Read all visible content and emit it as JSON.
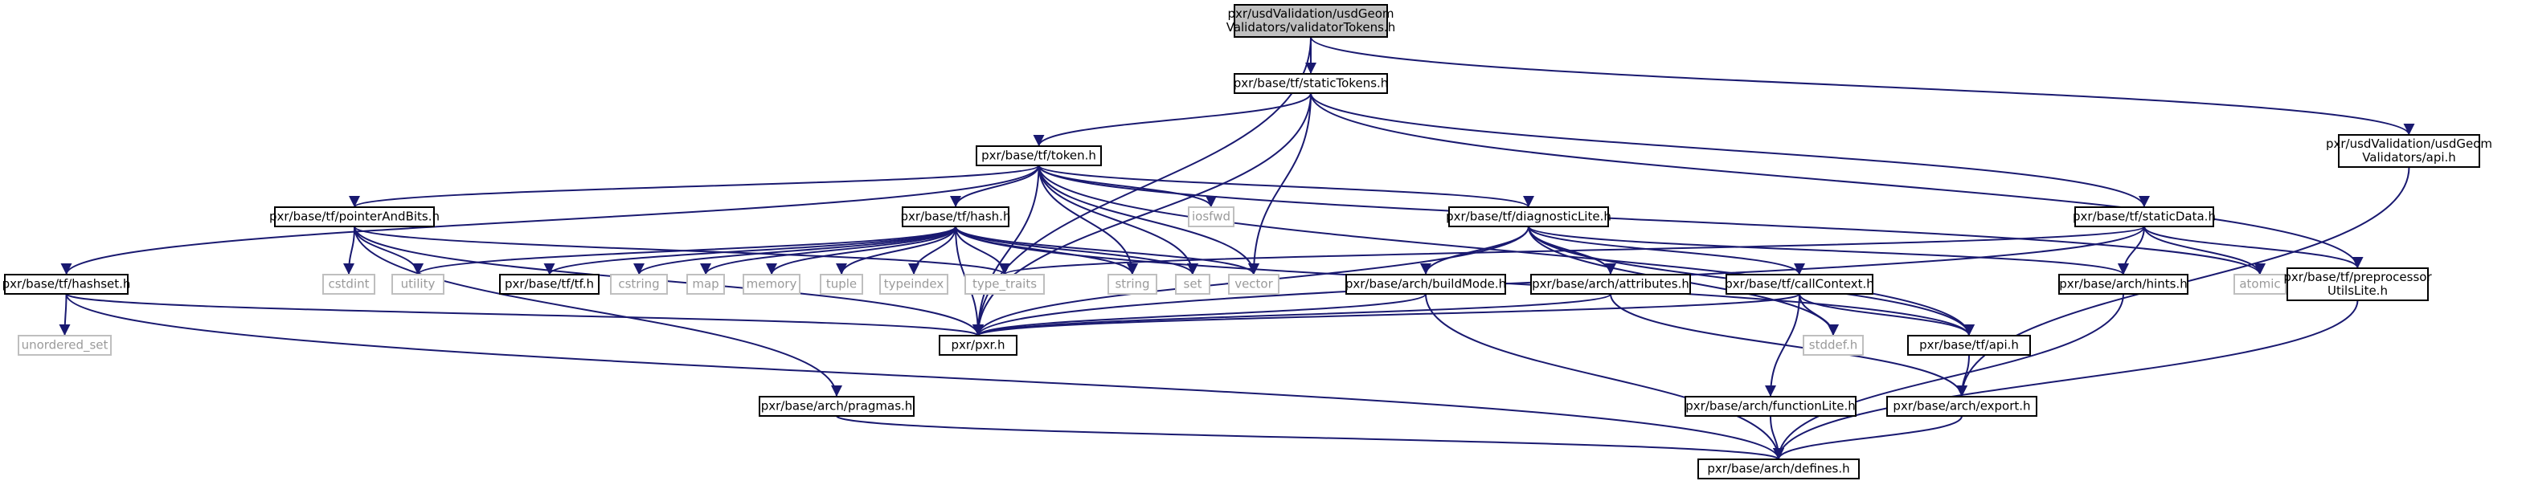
{
  "colors": {
    "edge": "#191970",
    "box_border": "#000000",
    "box_fill": "#ffffff",
    "root_fill": "#bfbfbf",
    "external_border": "#bfbfbf",
    "external_text": "#9a9a9a",
    "text": "#000000"
  },
  "nodes": [
    {
      "id": "root",
      "lines": [
        "pxr/usdValidation/usdGeom",
        "Validators/validatorTokens.h"
      ],
      "kind": "root"
    },
    {
      "id": "staticTokens",
      "lines": [
        "pxr/base/tf/staticTokens.h"
      ],
      "kind": "file"
    },
    {
      "id": "apiUsdGeom",
      "lines": [
        "pxr/usdValidation/usdGeom",
        "Validators/api.h"
      ],
      "kind": "file"
    },
    {
      "id": "token",
      "lines": [
        "pxr/base/tf/token.h"
      ],
      "kind": "file"
    },
    {
      "id": "pointerAndBits",
      "lines": [
        "pxr/base/tf/pointerAndBits.h"
      ],
      "kind": "file"
    },
    {
      "id": "hash",
      "lines": [
        "pxr/base/tf/hash.h"
      ],
      "kind": "file"
    },
    {
      "id": "iosfwd",
      "lines": [
        "iosfwd"
      ],
      "kind": "external"
    },
    {
      "id": "diagnosticLite",
      "lines": [
        "pxr/base/tf/diagnosticLite.h"
      ],
      "kind": "file"
    },
    {
      "id": "staticData",
      "lines": [
        "pxr/base/tf/staticData.h"
      ],
      "kind": "file"
    },
    {
      "id": "hashset",
      "lines": [
        "pxr/base/tf/hashset.h"
      ],
      "kind": "file"
    },
    {
      "id": "unordered_set",
      "lines": [
        "unordered_set"
      ],
      "kind": "external"
    },
    {
      "id": "cstdint",
      "lines": [
        "cstdint"
      ],
      "kind": "external"
    },
    {
      "id": "utility",
      "lines": [
        "utility"
      ],
      "kind": "external"
    },
    {
      "id": "tfh",
      "lines": [
        "pxr/base/tf/tf.h"
      ],
      "kind": "file"
    },
    {
      "id": "cstring",
      "lines": [
        "cstring"
      ],
      "kind": "external"
    },
    {
      "id": "map",
      "lines": [
        "map"
      ],
      "kind": "external"
    },
    {
      "id": "memory",
      "lines": [
        "memory"
      ],
      "kind": "external"
    },
    {
      "id": "tuple",
      "lines": [
        "tuple"
      ],
      "kind": "external"
    },
    {
      "id": "typeindex",
      "lines": [
        "typeindex"
      ],
      "kind": "external"
    },
    {
      "id": "type_traits",
      "lines": [
        "type_traits"
      ],
      "kind": "external"
    },
    {
      "id": "string",
      "lines": [
        "string"
      ],
      "kind": "external"
    },
    {
      "id": "set",
      "lines": [
        "set"
      ],
      "kind": "external"
    },
    {
      "id": "vector",
      "lines": [
        "vector"
      ],
      "kind": "external"
    },
    {
      "id": "buildMode",
      "lines": [
        "pxr/base/arch/buildMode.h"
      ],
      "kind": "file"
    },
    {
      "id": "attributes",
      "lines": [
        "pxr/base/arch/attributes.h"
      ],
      "kind": "file"
    },
    {
      "id": "callContext",
      "lines": [
        "pxr/base/tf/callContext.h"
      ],
      "kind": "file"
    },
    {
      "id": "hints",
      "lines": [
        "pxr/base/arch/hints.h"
      ],
      "kind": "file"
    },
    {
      "id": "atomic",
      "lines": [
        "atomic"
      ],
      "kind": "external"
    },
    {
      "id": "preprocessor",
      "lines": [
        "pxr/base/tf/preprocessor",
        "UtilsLite.h"
      ],
      "kind": "file"
    },
    {
      "id": "pxrh",
      "lines": [
        "pxr/pxr.h"
      ],
      "kind": "file"
    },
    {
      "id": "stddef",
      "lines": [
        "stddef.h"
      ],
      "kind": "external"
    },
    {
      "id": "tfapi",
      "lines": [
        "pxr/base/tf/api.h"
      ],
      "kind": "file"
    },
    {
      "id": "pragmas",
      "lines": [
        "pxr/base/arch/pragmas.h"
      ],
      "kind": "file"
    },
    {
      "id": "functionLite",
      "lines": [
        "pxr/base/arch/functionLite.h"
      ],
      "kind": "file"
    },
    {
      "id": "export",
      "lines": [
        "pxr/base/arch/export.h"
      ],
      "kind": "file"
    },
    {
      "id": "defines",
      "lines": [
        "pxr/base/arch/defines.h"
      ],
      "kind": "file"
    }
  ],
  "edges": [
    [
      "root",
      "staticTokens"
    ],
    [
      "root",
      "apiUsdGeom"
    ],
    [
      "root",
      "pxrh"
    ],
    [
      "staticTokens",
      "token"
    ],
    [
      "staticTokens",
      "vector"
    ],
    [
      "staticTokens",
      "staticData"
    ],
    [
      "staticTokens",
      "preprocessor"
    ],
    [
      "staticTokens",
      "pxrh"
    ],
    [
      "apiUsdGeom",
      "export"
    ],
    [
      "token",
      "pointerAndBits"
    ],
    [
      "token",
      "hash"
    ],
    [
      "token",
      "iosfwd"
    ],
    [
      "token",
      "diagnosticLite"
    ],
    [
      "token",
      "hashset"
    ],
    [
      "token",
      "string"
    ],
    [
      "token",
      "set"
    ],
    [
      "token",
      "vector"
    ],
    [
      "token",
      "atomic"
    ],
    [
      "token",
      "tfapi"
    ],
    [
      "token",
      "pxrh"
    ],
    [
      "pointerAndBits",
      "cstdint"
    ],
    [
      "pointerAndBits",
      "utility"
    ],
    [
      "pointerAndBits",
      "type_traits"
    ],
    [
      "pointerAndBits",
      "pxrh"
    ],
    [
      "pointerAndBits",
      "pragmas"
    ],
    [
      "hash",
      "utility"
    ],
    [
      "hash",
      "tfh"
    ],
    [
      "hash",
      "cstring"
    ],
    [
      "hash",
      "map"
    ],
    [
      "hash",
      "memory"
    ],
    [
      "hash",
      "tuple"
    ],
    [
      "hash",
      "typeindex"
    ],
    [
      "hash",
      "type_traits"
    ],
    [
      "hash",
      "string"
    ],
    [
      "hash",
      "set"
    ],
    [
      "hash",
      "vector"
    ],
    [
      "hash",
      "pxrh"
    ],
    [
      "hash",
      "tfapi"
    ],
    [
      "diagnosticLite",
      "buildMode"
    ],
    [
      "diagnosticLite",
      "attributes"
    ],
    [
      "diagnosticLite",
      "callContext"
    ],
    [
      "diagnosticLite",
      "hints"
    ],
    [
      "diagnosticLite",
      "stddef"
    ],
    [
      "diagnosticLite",
      "tfapi"
    ],
    [
      "diagnosticLite",
      "pxrh"
    ],
    [
      "staticData",
      "hints"
    ],
    [
      "staticData",
      "atomic"
    ],
    [
      "staticData",
      "preprocessor"
    ],
    [
      "staticData",
      "type_traits"
    ],
    [
      "staticData",
      "pxrh"
    ],
    [
      "hashset",
      "unordered_set"
    ],
    [
      "hashset",
      "pxrh"
    ],
    [
      "hashset",
      "defines"
    ],
    [
      "buildMode",
      "pxrh"
    ],
    [
      "buildMode",
      "defines"
    ],
    [
      "attributes",
      "pxrh"
    ],
    [
      "attributes",
      "export"
    ],
    [
      "callContext",
      "pxrh"
    ],
    [
      "callContext",
      "stddef"
    ],
    [
      "callContext",
      "tfapi"
    ],
    [
      "callContext",
      "functionLite"
    ],
    [
      "hints",
      "defines"
    ],
    [
      "preprocessor",
      "defines"
    ],
    [
      "tfapi",
      "export"
    ],
    [
      "pragmas",
      "defines"
    ],
    [
      "functionLite",
      "defines"
    ],
    [
      "export",
      "defines"
    ]
  ]
}
